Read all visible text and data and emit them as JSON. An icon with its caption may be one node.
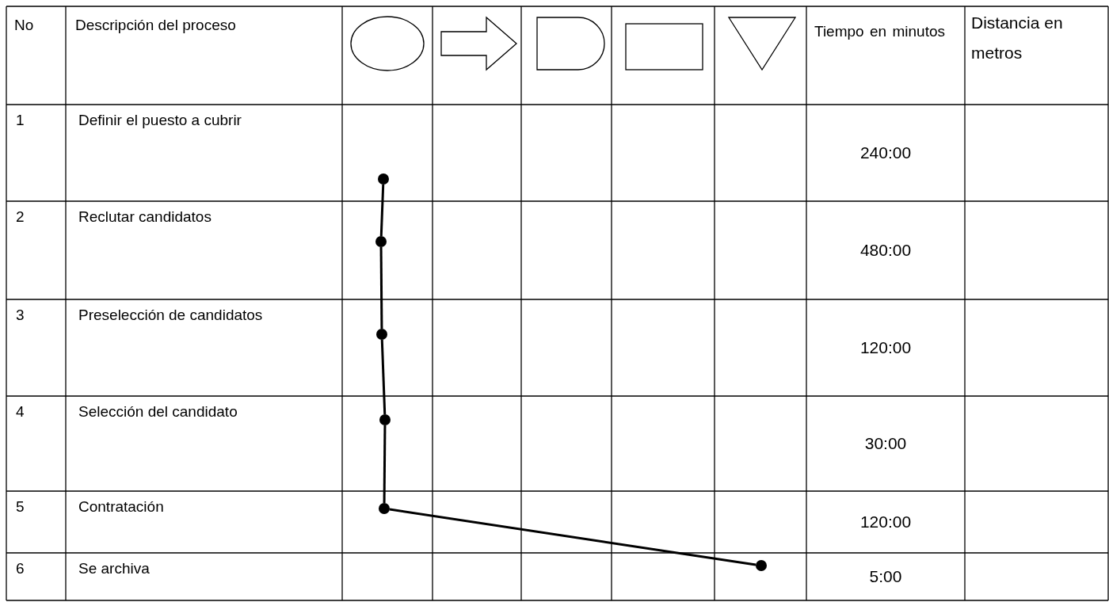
{
  "diagram": {
    "nodes": [
      {
        "text": [],
        "shape": "circle"
      },
      {
        "text": [],
        "shape": "circle"
      },
      {
        "text": [],
        "shape": "circle"
      },
      {
        "text": [],
        "shape": "circle"
      },
      {
        "text": [],
        "shape": "circle"
      },
      {
        "text": [],
        "shape": "circle"
      }
    ],
    "edges": [
      {
        "from": 0,
        "to": 1,
        "arrow": "none"
      },
      {
        "from": 1,
        "to": 2,
        "arrow": "none"
      },
      {
        "from": 2,
        "to": 3,
        "arrow": "none"
      },
      {
        "from": 3,
        "to": 4,
        "arrow": "none"
      },
      {
        "from": 4,
        "to": 5,
        "arrow": "none"
      }
    ],
    "labels": [
      "No",
      "Descripción del proceso",
      "Tiempo en minutos",
      "Distancia en metros",
      "1",
      "Definir el puesto a cubrir",
      "240:00",
      "2",
      "Reclutar candidatos",
      "480:00",
      "3",
      "Preselección de candidatos",
      "120:00",
      "4",
      "Selección del candidato",
      "30:00",
      "5",
      "Contratación",
      "120:00",
      "6",
      "Se archiva",
      "5:00"
    ]
  }
}
